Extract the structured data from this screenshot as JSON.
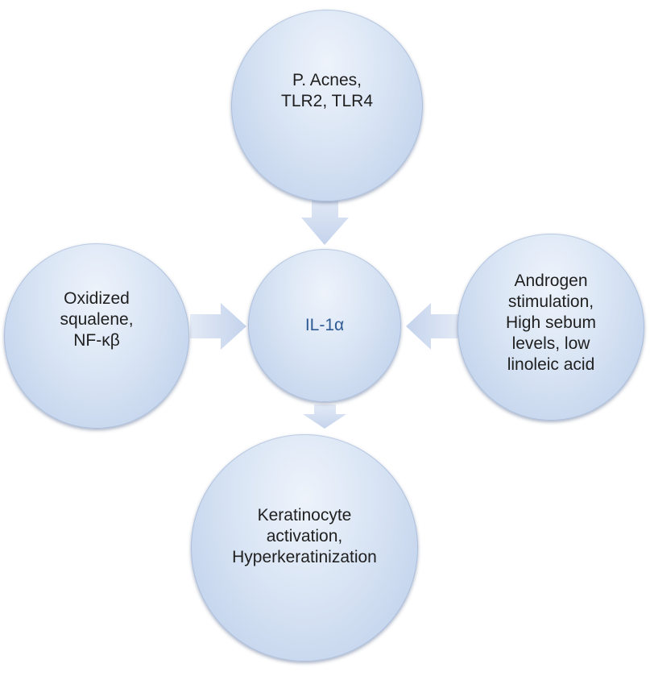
{
  "diagram": {
    "center": {
      "label": "IL-1α"
    },
    "top": {
      "label": "P. Acnes,\nTLR2, TLR4"
    },
    "left": {
      "label": "Oxidized\nsqualene,\nNF-κβ"
    },
    "right": {
      "label": "Androgen\nstimulation,\nHigh sebum\nlevels, low\nlinoleic acid"
    },
    "bottom": {
      "label": "Keratinocyte\nactivation,\nHyperkeratinization"
    },
    "colors": {
      "node_fill": "#d8e4f4",
      "node_edge": "#b9cce8",
      "arrow_fill": "#cdd9ee",
      "center_text": "#2f5b94",
      "text": "#1f1f1f"
    }
  }
}
